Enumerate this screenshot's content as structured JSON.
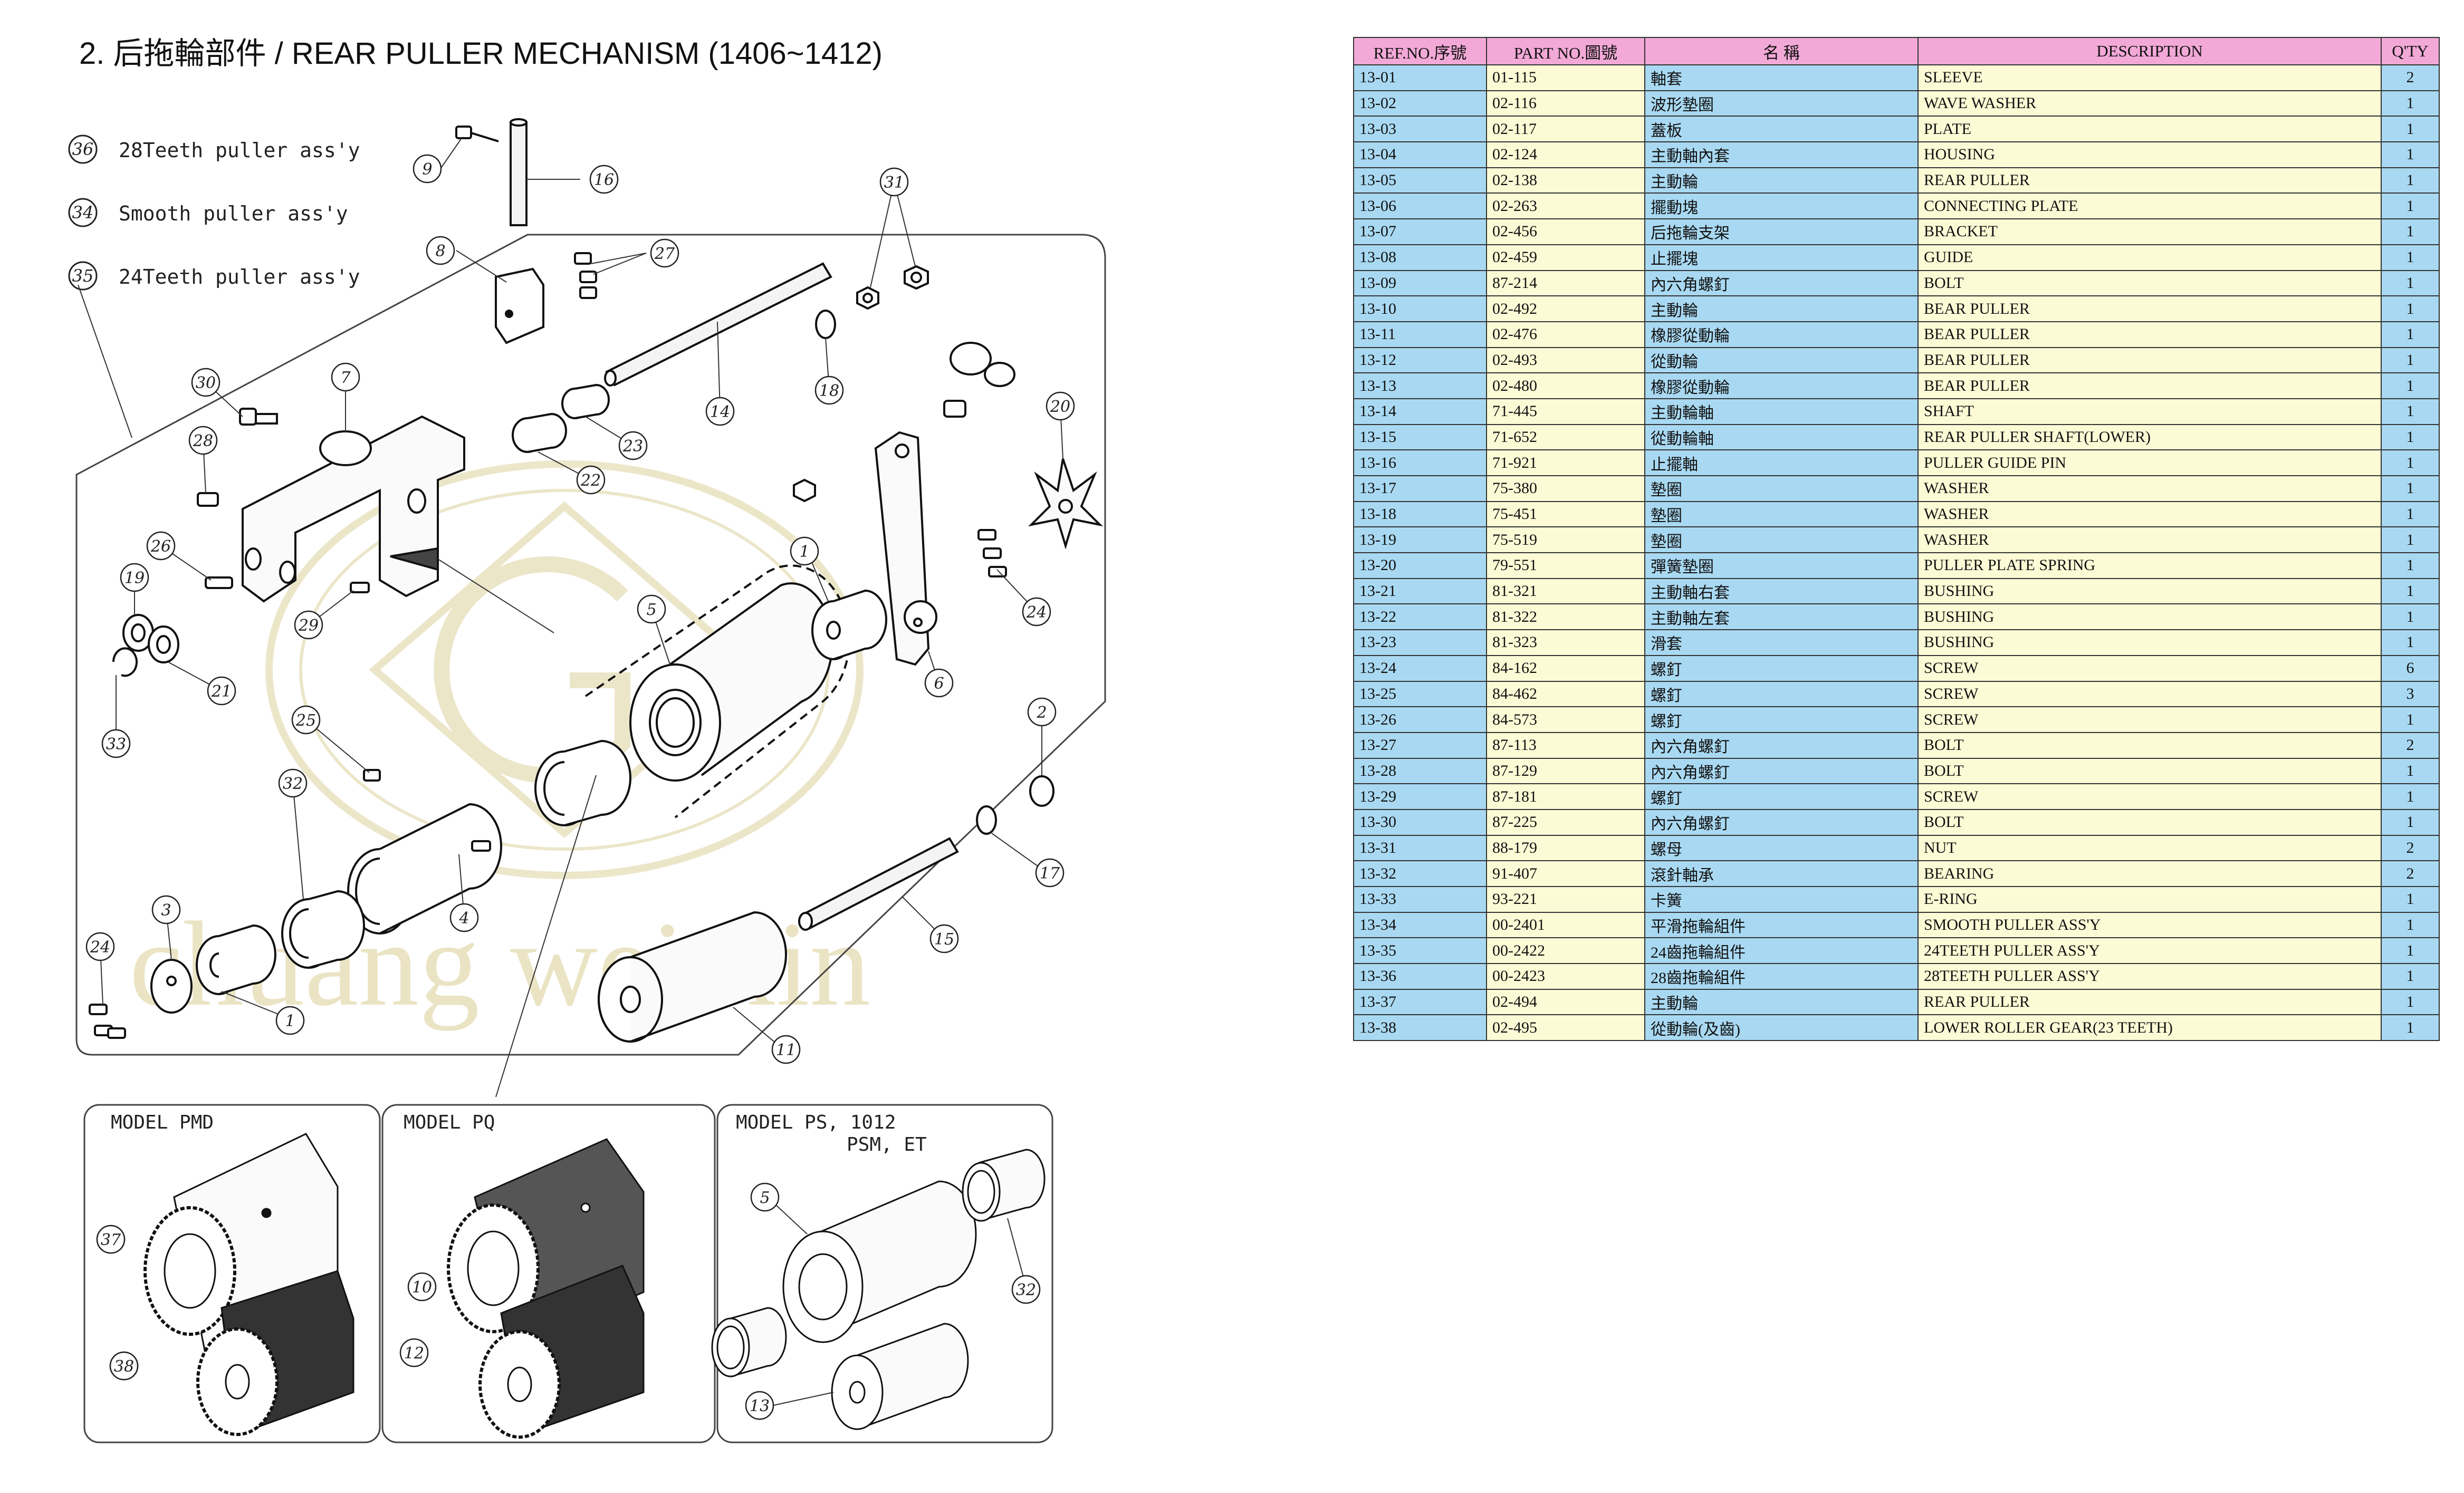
{
  "title": "2. 后拖輪部件 / REAR PULLER MECHANISM (1406~1412)",
  "legend": [
    {
      "num": "36",
      "label": "28Teeth puller ass'y"
    },
    {
      "num": "34",
      "label": "Smooth puller ass'y"
    },
    {
      "num": "35",
      "label": "24Teeth puller ass'y"
    }
  ],
  "watermark": "chuang wei xin",
  "models": [
    {
      "label": "MODEL  PMD"
    },
    {
      "label": "MODEL  PQ"
    },
    {
      "label": "MODEL  PS, 1012",
      "label2": "PSM, ET"
    }
  ],
  "callouts": [
    "1",
    "2",
    "3",
    "4",
    "5",
    "6",
    "7",
    "8",
    "9",
    "10",
    "11",
    "12",
    "13",
    "14",
    "15",
    "16",
    "17",
    "18",
    "19",
    "20",
    "21",
    "22",
    "23",
    "24",
    "25",
    "26",
    "27",
    "28",
    "29",
    "30",
    "31",
    "32",
    "33",
    "37",
    "38"
  ],
  "table": {
    "headers": [
      "REF.NO.序號",
      "PART  NO.圖號",
      "名       稱",
      "DESCRIPTION",
      "Q'TY"
    ],
    "rows": [
      [
        "13-01",
        "01-115",
        "軸套",
        "SLEEVE",
        "2"
      ],
      [
        "13-02",
        "02-116",
        "波形墊圈",
        "WAVE WASHER",
        "1"
      ],
      [
        "13-03",
        "02-117",
        "蓋板",
        "PLATE",
        "1"
      ],
      [
        "13-04",
        "02-124",
        "主動軸內套",
        "HOUSING",
        "1"
      ],
      [
        "13-05",
        "02-138",
        "主動輪",
        "REAR PULLER",
        "1"
      ],
      [
        "13-06",
        "02-263",
        "擺動塊",
        "CONNECTING PLATE",
        "1"
      ],
      [
        "13-07",
        "02-456",
        "后拖輪支架",
        "BRACKET",
        "1"
      ],
      [
        "13-08",
        "02-459",
        "止擺塊",
        "GUIDE",
        "1"
      ],
      [
        "13-09",
        "87-214",
        "內六角螺釘",
        "BOLT",
        "1"
      ],
      [
        "13-10",
        "02-492",
        "主動輪",
        "BEAR PULLER",
        "1"
      ],
      [
        "13-11",
        "02-476",
        "橡膠從動輪",
        "BEAR PULLER",
        "1"
      ],
      [
        "13-12",
        "02-493",
        "從動輪",
        "BEAR PULLER",
        "1"
      ],
      [
        "13-13",
        "02-480",
        "橡膠從動輪",
        "BEAR PULLER",
        "1"
      ],
      [
        "13-14",
        "71-445",
        "主動輪軸",
        "SHAFT",
        "1"
      ],
      [
        "13-15",
        "71-652",
        "從動輪軸",
        "REAR PULLER SHAFT(LOWER)",
        "1"
      ],
      [
        "13-16",
        "71-921",
        "止擺軸",
        "PULLER GUIDE PIN",
        "1"
      ],
      [
        "13-17",
        "75-380",
        "墊圈",
        "WASHER",
        "1"
      ],
      [
        "13-18",
        "75-451",
        "墊圈",
        "WASHER",
        "1"
      ],
      [
        "13-19",
        "75-519",
        "墊圈",
        "WASHER",
        "1"
      ],
      [
        "13-20",
        "79-551",
        "彈簧墊圈",
        "PULLER PLATE SPRING",
        "1"
      ],
      [
        "13-21",
        "81-321",
        "主動軸右套",
        "BUSHING",
        "1"
      ],
      [
        "13-22",
        "81-322",
        "主動軸左套",
        "BUSHING",
        "1"
      ],
      [
        "13-23",
        "81-323",
        "滑套",
        "BUSHING",
        "1"
      ],
      [
        "13-24",
        "84-162",
        "螺釘",
        "SCREW",
        "6"
      ],
      [
        "13-25",
        "84-462",
        "螺釘",
        "SCREW",
        "3"
      ],
      [
        "13-26",
        "84-573",
        "螺釘",
        "SCREW",
        "1"
      ],
      [
        "13-27",
        "87-113",
        "內六角螺釘",
        "BOLT",
        "2"
      ],
      [
        "13-28",
        "87-129",
        "內六角螺釘",
        "BOLT",
        "1"
      ],
      [
        "13-29",
        "87-181",
        "螺釘",
        "SCREW",
        "1"
      ],
      [
        "13-30",
        "87-225",
        "內六角螺釘",
        "BOLT",
        "1"
      ],
      [
        "13-31",
        "88-179",
        "螺母",
        "NUT",
        "2"
      ],
      [
        "13-32",
        "91-407",
        "滾針軸承",
        "BEARING",
        "2"
      ],
      [
        "13-33",
        "93-221",
        "卡簧",
        "E-RING",
        "1"
      ],
      [
        "13-34",
        "00-2401",
        "平滑拖輪組件",
        "SMOOTH PULLER ASS'Y",
        "1"
      ],
      [
        "13-35",
        "00-2422",
        "24齒拖輪組件",
        "24TEETH PULLER ASS'Y",
        "1"
      ],
      [
        "13-36",
        "00-2423",
        "28齒拖輪組件",
        "28TEETH PULLER ASS'Y",
        "1"
      ],
      [
        "13-37",
        "02-494",
        "主動輪",
        "REAR PULLER",
        "1"
      ],
      [
        "13-38",
        "02-495",
        "從動輪(及齒)",
        "LOWER ROLLER GEAR(23 TEETH)",
        "1"
      ]
    ]
  },
  "colors": {
    "header_pink": "#f2a9d7",
    "cell_blue": "#a9d9f2",
    "cell_cream": "#fdfbd6",
    "watermark": "#e8e1bf"
  }
}
